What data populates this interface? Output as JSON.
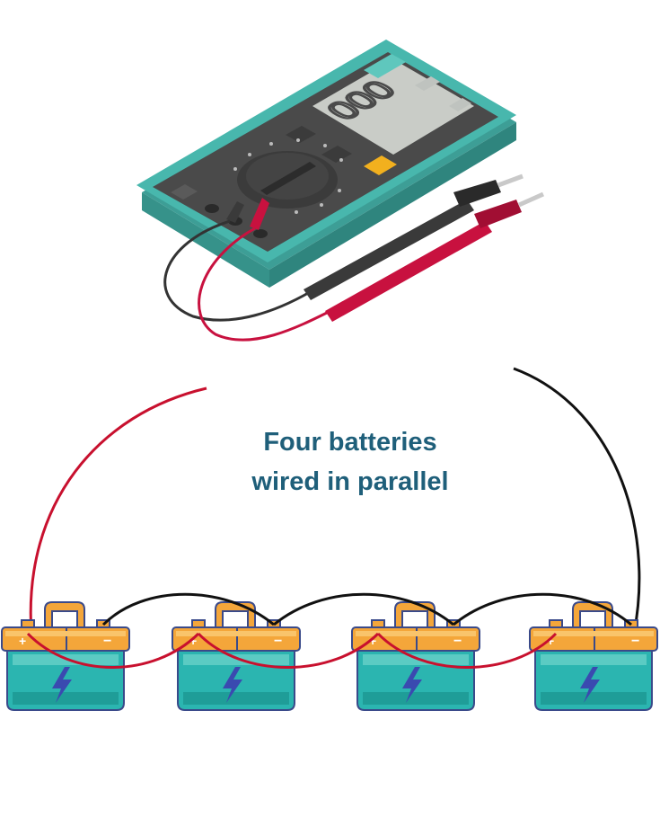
{
  "caption": {
    "line1": "Four batteries",
    "line2": "wired in parallel"
  },
  "multimeter": {
    "display_reading": "000"
  },
  "batteries": {
    "count": 4,
    "positive_symbol": "+",
    "negative_symbol": "−"
  },
  "colors": {
    "meter_body": "#48b7ad",
    "meter_face": "#4a4a4a",
    "meter_screen": "#c9ccc7",
    "meter_accent": "#f2b01e",
    "probe_red": "#c8113f",
    "probe_black": "#333333",
    "wire_red": "#c8102e",
    "wire_black": "#111111",
    "battery_body": "#2bb5b0",
    "battery_lid": "#f4a63a",
    "battery_outline": "#3a4a8a",
    "bolt": "#3a4ab0",
    "caption": "#1f5f7a"
  },
  "icons": [
    "multimeter-icon",
    "battery-icon",
    "lightning-bolt-icon"
  ]
}
